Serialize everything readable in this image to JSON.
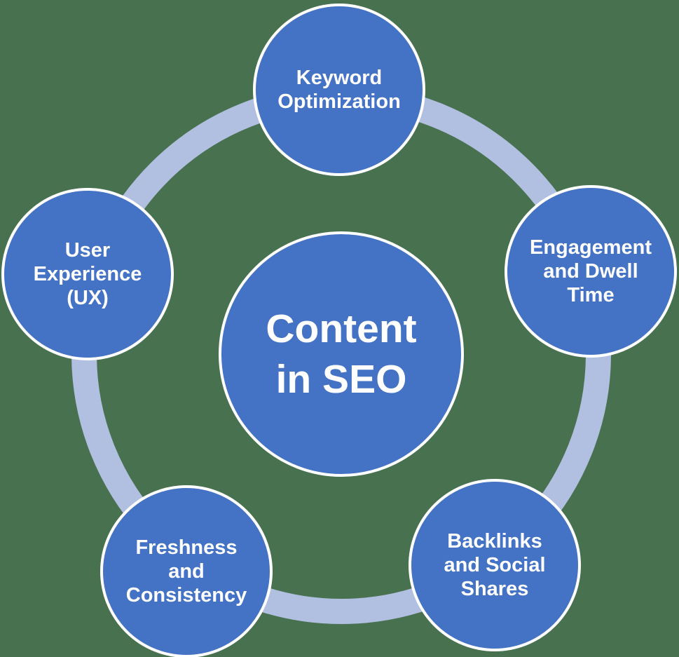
{
  "diagram": {
    "title": "Content in SEO",
    "type": "cycle-diagram",
    "colors": {
      "background": "#47714F",
      "node_fill": "#4472C4",
      "node_border": "#FFFFFF",
      "ring": "#B1BFE0",
      "text": "#FFFFFF"
    },
    "center_label": "Content\nin SEO",
    "nodes": [
      {
        "id": "keyword-optimization",
        "position": "top",
        "label": "Keyword\nOptimization"
      },
      {
        "id": "engagement-and-dwell-time",
        "position": "right",
        "label": "Engagement\nand Dwell\nTime"
      },
      {
        "id": "backlinks-and-social-shares",
        "position": "bottom-right",
        "label": "Backlinks\nand Social\nShares"
      },
      {
        "id": "freshness-and-consistency",
        "position": "bottom-left",
        "label": "Freshness\nand\nConsistency"
      },
      {
        "id": "user-experience-ux",
        "position": "left",
        "label": "User\nExperience\n(UX)"
      }
    ]
  }
}
